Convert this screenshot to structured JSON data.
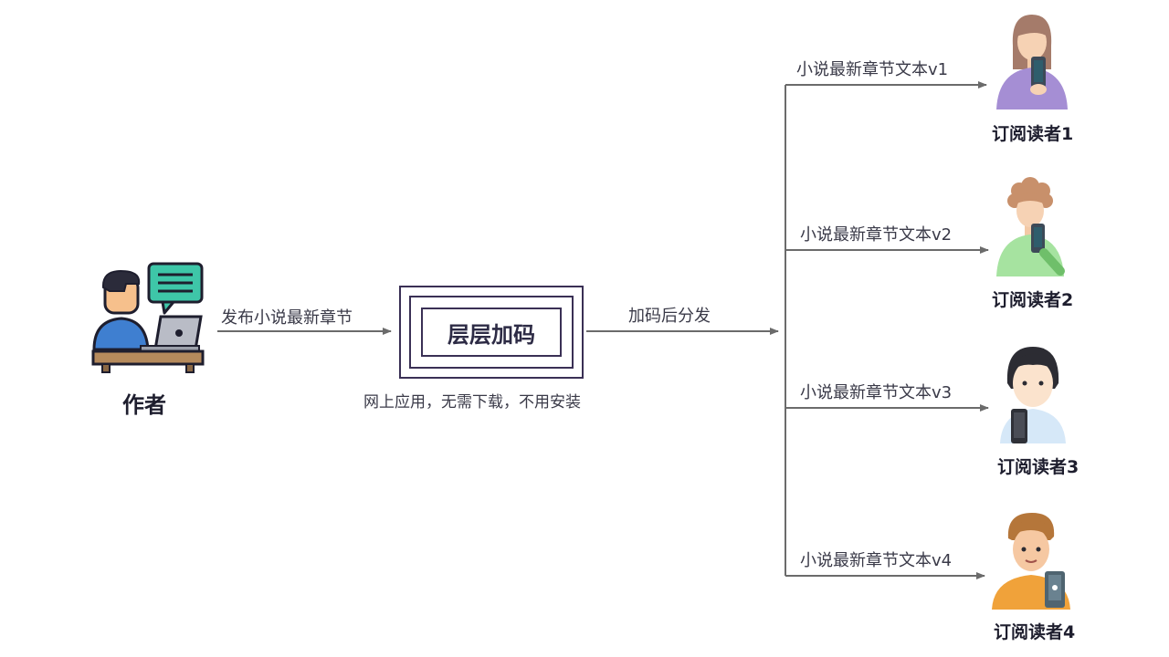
{
  "author": {
    "label": "作者",
    "edge_label": "发布小说最新章节"
  },
  "encoder": {
    "title": "层层加码",
    "note": "网上应用，无需下载，不用安装",
    "edge_label": "加码后分发"
  },
  "readers": [
    {
      "edge_label": "小说最新章节文本v1",
      "label": "订阅读者1"
    },
    {
      "edge_label": "小说最新章节文本v2",
      "label": "订阅读者2"
    },
    {
      "edge_label": "小说最新章节文本v3",
      "label": "订阅读者3"
    },
    {
      "edge_label": "小说最新章节文本v4",
      "label": "订阅读者4"
    }
  ],
  "colors": {
    "line": "#6b6b6b",
    "box": "#3a3055",
    "text": "#2d2b45"
  }
}
